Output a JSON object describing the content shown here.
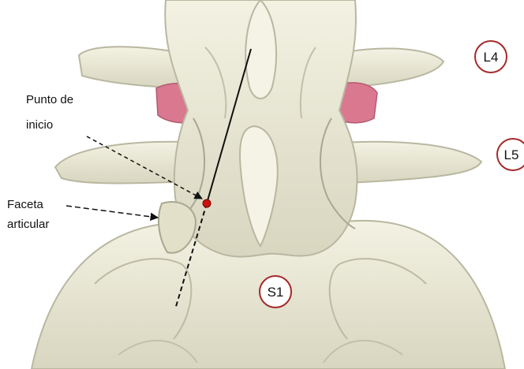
{
  "annotations": {
    "entry_point_line1": "Punto de",
    "entry_point_line2": "inicio",
    "facet_line1": "Faceta",
    "facet_line2": "articular"
  },
  "vertebra_labels": {
    "l4": "L4",
    "l5": "L5",
    "s1": "S1"
  },
  "colors": {
    "bone": "#ecebd8",
    "bone_shadow": "#b9b7a0",
    "disc": "#d9788f",
    "label_circle": "#a52a2a",
    "entry_point": "#cc1111",
    "line": "#111111"
  }
}
